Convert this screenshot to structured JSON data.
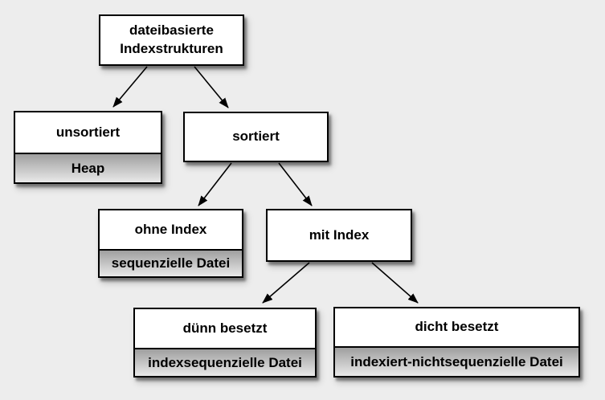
{
  "nodes": {
    "root": {
      "label": "dateibasierte Indexstrukturen"
    },
    "unsortiert": {
      "label": "unsortiert",
      "sublabel": "Heap"
    },
    "sortiert": {
      "label": "sortiert"
    },
    "ohne_index": {
      "label": "ohne Index",
      "sublabel": "sequenzielle Datei"
    },
    "mit_index": {
      "label": "mit Index"
    },
    "duenn_besetzt": {
      "label": "dünn besetzt",
      "sublabel": "indexsequenzielle Datei"
    },
    "dicht_besetzt": {
      "label": "dicht besetzt",
      "sublabel": "indexiert-nichtsequenzielle Datei"
    }
  },
  "edges": [
    {
      "from": "dateibasierte Indexstrukturen",
      "to": "unsortiert"
    },
    {
      "from": "dateibasierte Indexstrukturen",
      "to": "sortiert"
    },
    {
      "from": "sortiert",
      "to": "ohne Index"
    },
    {
      "from": "sortiert",
      "to": "mit Index"
    },
    {
      "from": "mit Index",
      "to": "dünn besetzt"
    },
    {
      "from": "mit Index",
      "to": "dicht besetzt"
    }
  ],
  "colors": {
    "background": "#ededed",
    "box_fill": "#ffffff",
    "box_border": "#000000",
    "sub_gradient_top": "#9f9f9f",
    "sub_gradient_bottom": "#e9e9e9",
    "arrow": "#000000",
    "text": "#000000"
  }
}
